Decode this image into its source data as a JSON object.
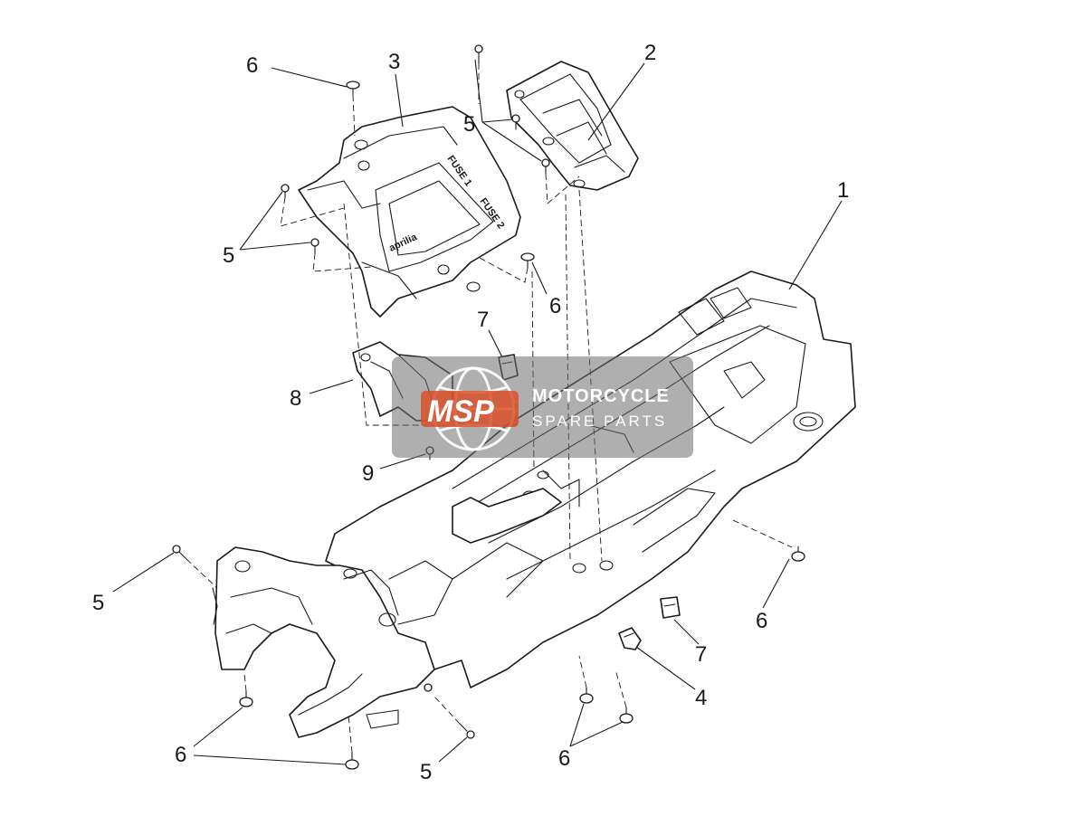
{
  "callouts": [
    {
      "id": "c6a",
      "label": "6"
    },
    {
      "id": "c3",
      "label": "3"
    },
    {
      "id": "c2",
      "label": "2"
    },
    {
      "id": "c5a",
      "label": "5"
    },
    {
      "id": "c5b",
      "label": "5"
    },
    {
      "id": "c1",
      "label": "1"
    },
    {
      "id": "c6b",
      "label": "6"
    },
    {
      "id": "c7a",
      "label": "7"
    },
    {
      "id": "c8",
      "label": "8"
    },
    {
      "id": "c9",
      "label": "9"
    },
    {
      "id": "c5c",
      "label": "5"
    },
    {
      "id": "c6c",
      "label": "6"
    },
    {
      "id": "c7b",
      "label": "7"
    },
    {
      "id": "c4",
      "label": "4"
    },
    {
      "id": "c6d",
      "label": "6"
    },
    {
      "id": "c5d",
      "label": "5"
    },
    {
      "id": "c6e",
      "label": "6"
    }
  ],
  "decals": {
    "fuse_1": "FUSE 1",
    "fuse_2": "FUSE 2",
    "brand": "aprilia"
  },
  "watermark": {
    "badge": "MSP",
    "line1": "MOTORCYCLE",
    "line2": "SPARE PARTS"
  }
}
